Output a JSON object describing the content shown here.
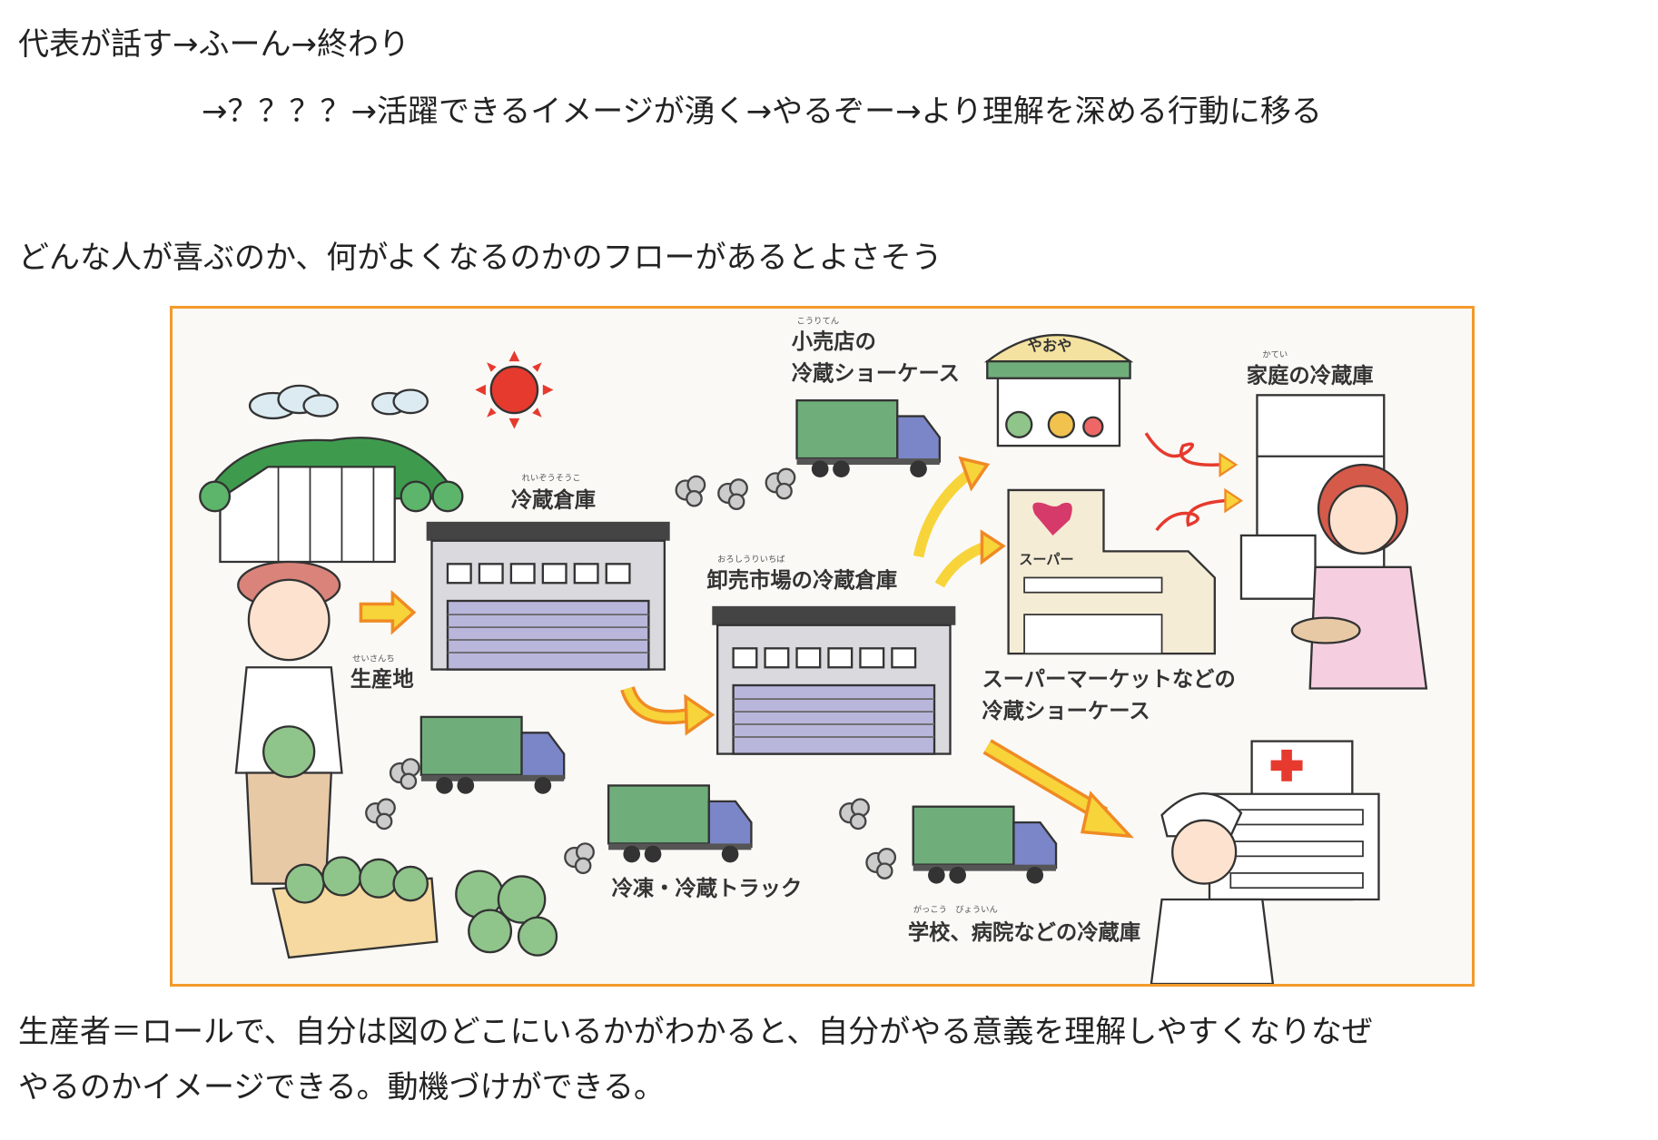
{
  "text": {
    "line1": "代表が話す→ふーん→終わり",
    "line2": "→？？？？→活躍できるイメージが湧く→やるぞー→より理解を深める行動に移る",
    "line3": "どんな人が喜ぶのか、何がよくなるのかのフローがあるとよさそう",
    "line4": "生産者＝ロールで、自分は図のどこにいるかがわかると、自分がやる意義を理解しやすくなりなぜ",
    "line5": "やるのかイメージできる。動機づけができる。"
  },
  "figure": {
    "border_color": "#f39a2b",
    "labels": {
      "production": "生産地",
      "production_ruby": "せいさんち",
      "cold_storage": "冷蔵倉庫",
      "cold_storage_ruby": "れいぞうそうこ",
      "retail_1": "小売店の",
      "retail_2": "冷蔵ショーケース",
      "retail_ruby": "こうりてん",
      "shop_sign": "やおや",
      "wholesale": "卸売市場の冷蔵倉庫",
      "wholesale_ruby": "おろしうりいちば",
      "super_sign": "スーパー",
      "super_1": "スーパーマーケットなどの",
      "super_2": "冷蔵ショーケース",
      "home": "家庭の冷蔵庫",
      "home_ruby": "かてい",
      "truck": "冷凍・冷蔵トラック",
      "school": "学校、病院などの冷蔵庫",
      "school_ruby": "がっこう　びょういん"
    }
  }
}
